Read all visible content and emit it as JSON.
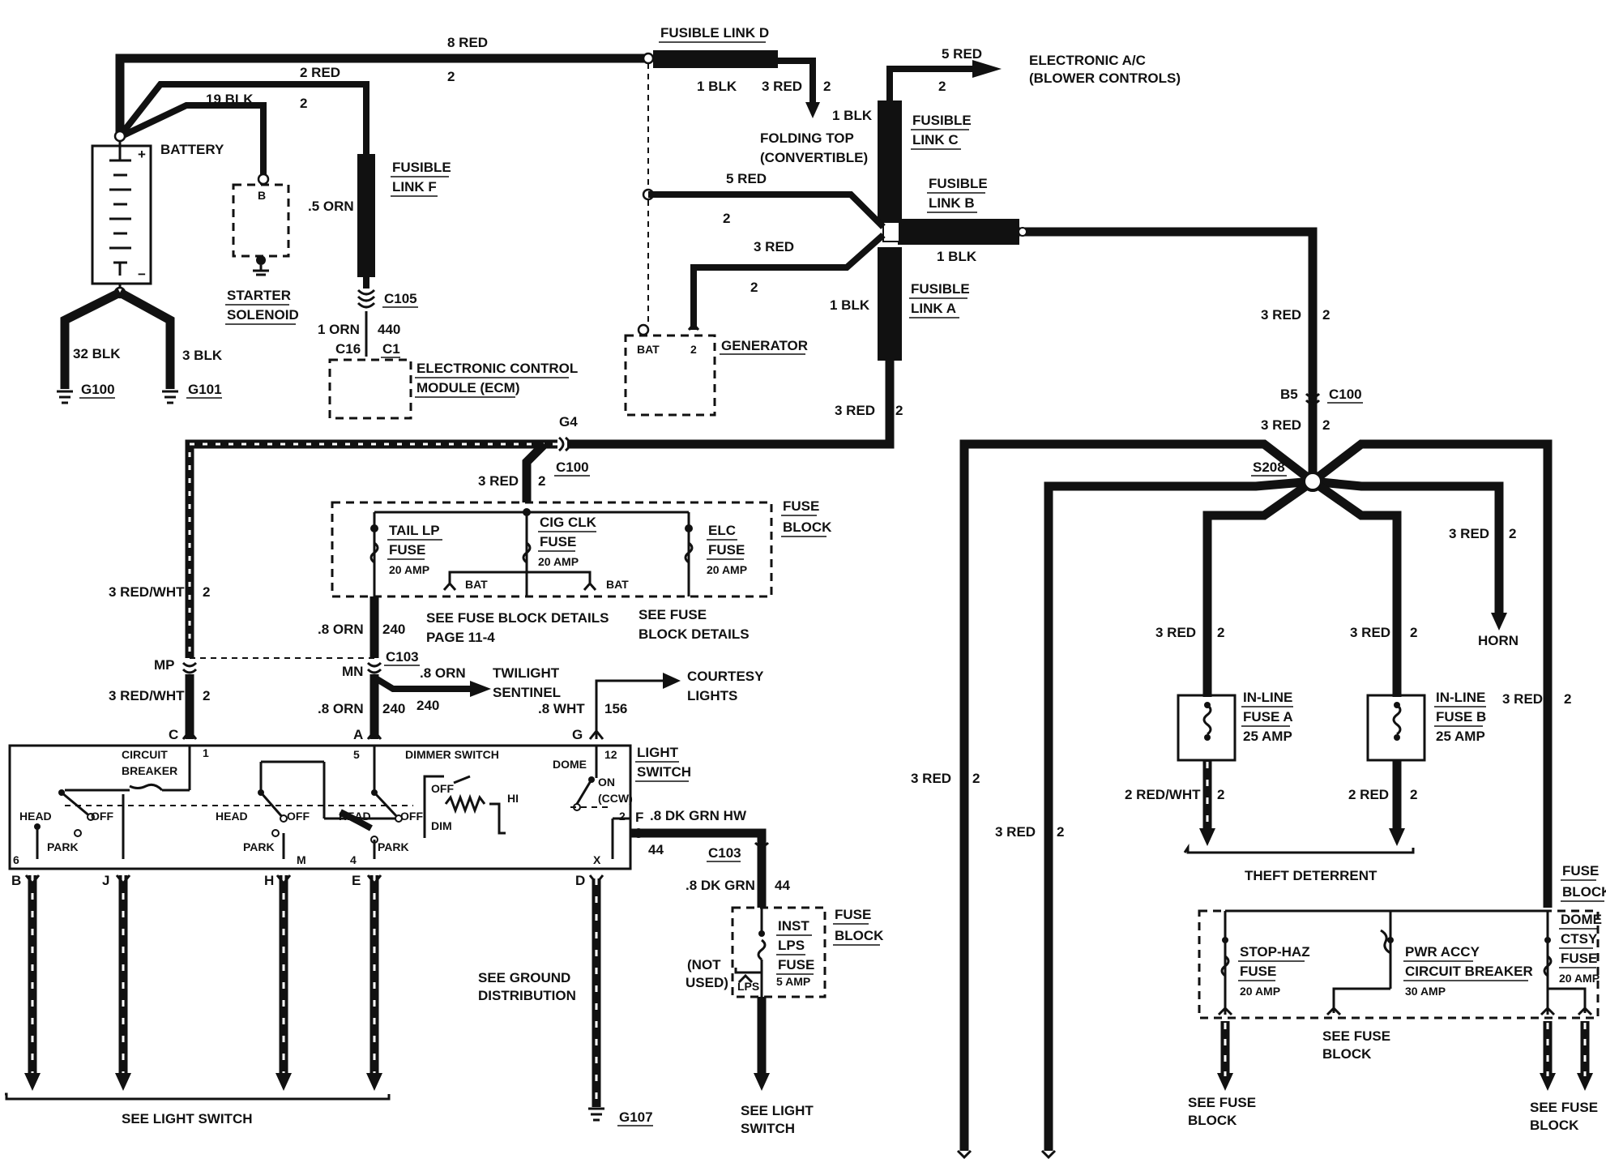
{
  "components": {
    "battery": "BATTERY",
    "starter_solenoid": "STARTER SOLENOID",
    "starter_terminal": "B",
    "ecm": "ELECTRONIC CONTROL MODULE (ECM)",
    "generator": "GENERATOR",
    "generator_bat": "BAT",
    "generator_2": "2",
    "folding_top": "FOLDING TOP (CONVERTIBLE)",
    "electronic_ac": "ELECTRONIC A/C (BLOWER CONTROLS)",
    "twilight_sentinel": "TWILIGHT SENTINEL",
    "courtesy_lights": "COURTESY LIGHTS",
    "light_switch": "LIGHT SWITCH",
    "dimmer_switch": "DIMMER SWITCH",
    "circuit_breaker": "CIRCUIT BREAKER",
    "horn": "HORN",
    "theft_deterrent": "THEFT DETERRENT",
    "not_used": "(NOT USED)",
    "lps": "LPS"
  },
  "fusible_links": {
    "a": "FUSIBLE LINK A",
    "b": "FUSIBLE LINK B",
    "c": "FUSIBLE LINK C",
    "d": "FUSIBLE LINK D",
    "f": "FUSIBLE LINK F"
  },
  "fuses": {
    "tail_lp": "TAIL LP FUSE",
    "tail_lp_amp": "20 AMP",
    "cig_clk": "CIG CLK FUSE",
    "cig_clk_amp": "20 AMP",
    "elc": "ELC FUSE",
    "elc_amp": "20 AMP",
    "inst_lps": "INST LPS FUSE",
    "inst_lps_amp": "5 AMP",
    "inline_a": "IN-LINE FUSE A",
    "inline_a_amp": "25 AMP",
    "inline_b": "IN-LINE FUSE B",
    "inline_b_amp": "25 AMP",
    "stop_haz": "STOP-HAZ FUSE",
    "stop_haz_amp": "20 AMP",
    "pwr_accy": "PWR ACCY CIRCUIT BREAKER",
    "pwr_accy_amp": "30 AMP",
    "dome_ctsy": "DOME CTSY FUSE",
    "dome_ctsy_amp": "20 AMP",
    "fuse_block": "FUSE BLOCK",
    "bat": "BAT"
  },
  "grounds": {
    "g100": "G100",
    "g101": "G101",
    "g107": "G107"
  },
  "connectors": {
    "c100": "C100",
    "c103": "C103",
    "c105": "C105",
    "c1": "C1",
    "c16": "C16",
    "g4": "G4",
    "b5": "B5",
    "s208": "S208",
    "mp": "MP",
    "mn": "MN"
  },
  "wires": {
    "red8": "8 RED",
    "red2": "2 RED",
    "blk19": "19 BLK",
    "red5": "5 RED",
    "red3": "3 RED",
    "blk1": "1 BLK",
    "orn_5": ".5 ORN",
    "orn1": "1 ORN",
    "blk32": "32 BLK",
    "blk3": "3 BLK",
    "red_wht3": "3 RED/WHT",
    "orn_8": ".8 ORN",
    "wht_8": ".8 WHT",
    "dkgrn_8": ".8 DK GRN",
    "dkgrn_hw": ".8 DK GRN HW",
    "red_wht2": "2 RED/WHT",
    "n2": "2",
    "n240": "240",
    "n440": "440",
    "n156": "156",
    "n44": "44"
  },
  "switch_labels": {
    "head": "HEAD",
    "off": "OFF",
    "park": "PARK",
    "dome": "DOME",
    "on": "ON",
    "ccw": "(CCW)",
    "dim": "DIM",
    "hi": "HI",
    "pins": [
      "C",
      "A",
      "G",
      "1",
      "5",
      "12",
      "6",
      "4",
      "2",
      "F",
      "B",
      "J",
      "H",
      "M",
      "E",
      "D",
      "X"
    ]
  },
  "notes": {
    "fuse_details_1": "SEE FUSE BLOCK DETAILS PAGE 11-4",
    "fuse_details_2": "SEE FUSE BLOCK DETAILS",
    "ground_dist": "SEE GROUND DISTRIBUTION",
    "see_light_switch": "SEE LIGHT SWITCH",
    "see_fuse_block": "SEE FUSE BLOCK"
  },
  "colors": {
    "ink": "#111111",
    "paper": "#ffffff"
  }
}
